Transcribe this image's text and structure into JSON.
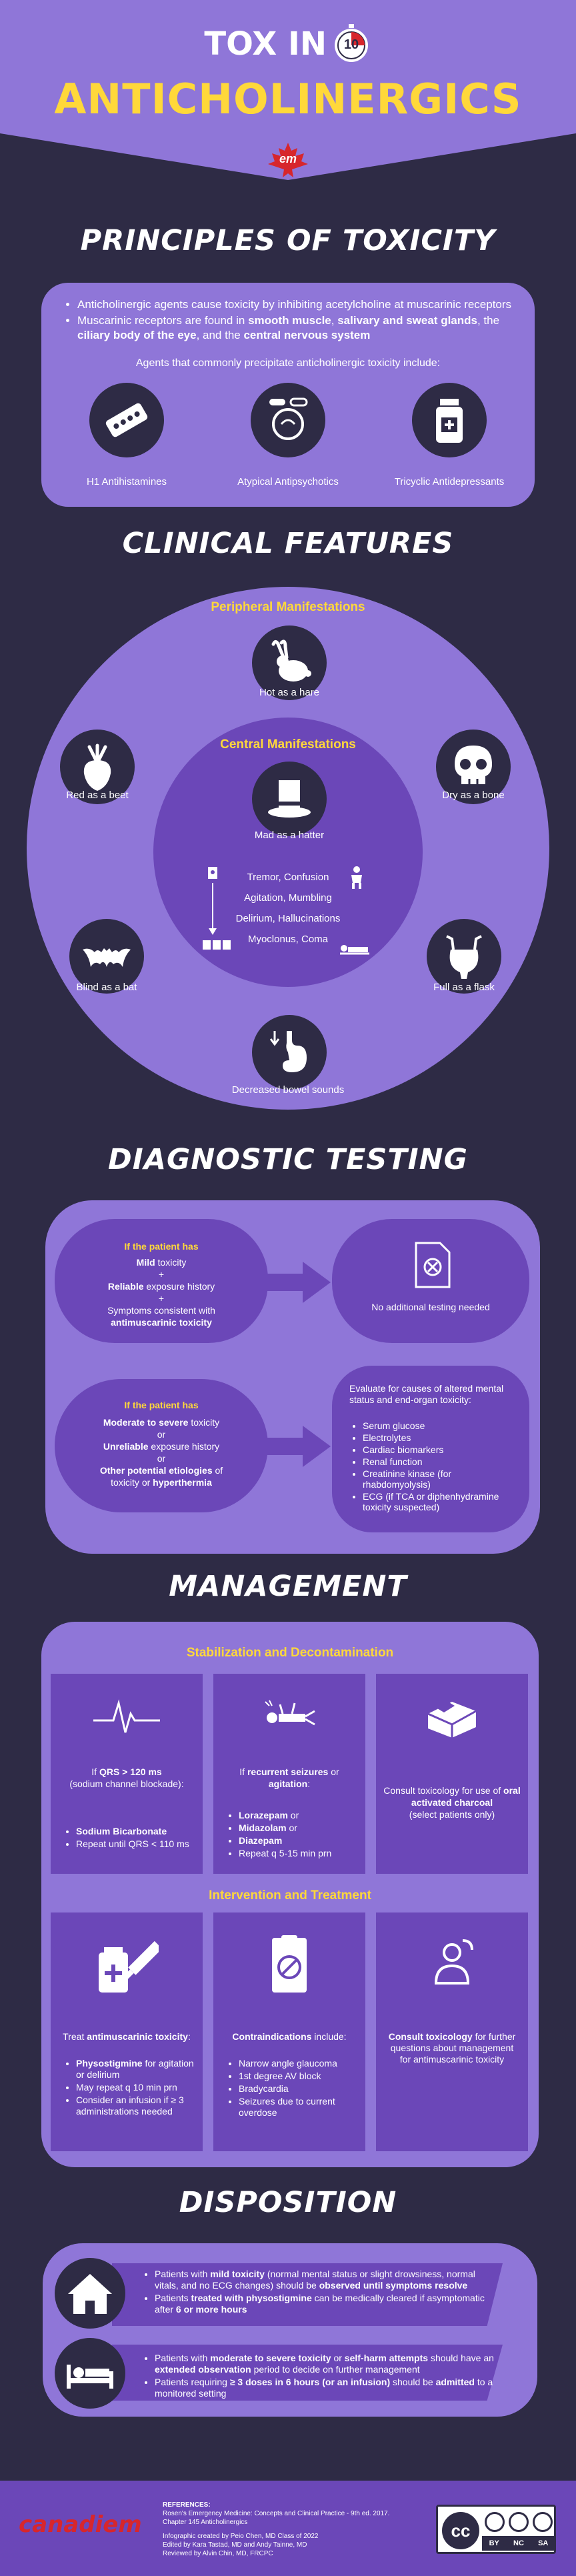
{
  "header": {
    "title_line1": "TOX IN",
    "timer_number": "10",
    "title_line2": "ANTICHOLINERGICS",
    "logo_text": "em"
  },
  "principles": {
    "title": "PRINCIPLES OF TOXICITY",
    "bullet1": "Anticholinergic agents cause toxicity by inhibiting acetylcholine at muscarinic receptors",
    "bullet2_a": "Muscarinic receptors are found in ",
    "bullet2_b": "smooth muscle",
    "bullet2_c": ", ",
    "bullet2_d": "salivary and sweat glands",
    "bullet2_e": ", the ",
    "bullet2_f": "ciliary body of the eye",
    "bullet2_g": ", and the ",
    "bullet2_h": "central nervous system",
    "agents_intro": "Agents that commonly precipitate anticholinergic toxicity include:",
    "agents": [
      {
        "label": "H1 Antihistamines"
      },
      {
        "label": "Atypical Antipsychotics"
      },
      {
        "label": "Tricyclic Antidepressants"
      }
    ]
  },
  "clinical": {
    "title": "CLINICAL FEATURES",
    "peripheral_title": "Peripheral Manifestations",
    "central_title": "Central Manifestations",
    "hare": "Hot as a hare",
    "beet": "Red as a beet",
    "bone": "Dry as a bone",
    "hatter": "Mad as a hatter",
    "bat": "Blind as a bat",
    "flask": "Full as a flask",
    "bowel": "Decreased bowel sounds",
    "central_list": [
      "Tremor, Confusion",
      "Agitation, Mumbling",
      "Delirium, Hallucinations",
      "Myoclonus, Coma"
    ]
  },
  "diagnostic": {
    "title": "DIAGNOSTIC TESTING",
    "if1_head": "If the patient has",
    "if1_mild": "Mild",
    "if1_mild_rest": " toxicity",
    "plus": "+",
    "if1_reliable": "Reliable",
    "if1_reliable_rest": " exposure history",
    "if1_consistent": "Symptoms consistent with",
    "if1_antimusc": "antimuscarinic toxicity",
    "result1": "No additional testing needed",
    "if2_head": "If the patient has",
    "if2_mod": "Moderate to severe",
    "if2_mod_rest": " toxicity",
    "or": "or",
    "if2_unrel": "Unreliable",
    "if2_unrel_rest": " exposure history",
    "if2_other": "Other potential etiologies",
    "if2_other_rest": " of",
    "if2_tox": "toxicity or ",
    "if2_hyper": "hyperthermia",
    "result2_intro": "Evaluate for causes of altered mental status and end-organ toxicity:",
    "result2_list": [
      "Serum glucose",
      "Electrolytes",
      "Cardiac biomarkers",
      "Renal function",
      "Creatinine kinase (for rhabdomyolysis)",
      "ECG (if TCA or diphenhydramine toxicity suspected)"
    ]
  },
  "management": {
    "title": "MANAGEMENT",
    "stab_title": "Stabilization and Decontamination",
    "qrs_a": "If ",
    "qrs_b": "QRS > 120 ms",
    "qrs_c": "(sodium channel blockade):",
    "qrs_list_b": "Sodium Bicarbonate",
    "qrs_list_2": "Repeat until QRS < 110 ms",
    "seiz_a": "If ",
    "seiz_b": "recurrent seizures",
    "seiz_c": " or ",
    "seiz_d": "agitation",
    "seiz_e": ":",
    "benzo": [
      {
        "name": "Lorazepam",
        "sep": " or"
      },
      {
        "name": "Midazolam",
        "sep": " or"
      },
      {
        "name": "Diazepam",
        "sep": ""
      }
    ],
    "benzo_repeat": "Repeat q 5-15 min prn",
    "charcoal_a": "Consult toxicology for use of ",
    "charcoal_b": "oral activated charcoal",
    "charcoal_c": "(select patients only)",
    "int_title": "Intervention and Treatment",
    "treat_a": "Treat ",
    "treat_b": "antimuscarinic toxicity",
    "treat_c": ":",
    "physo_b": "Physostigmine",
    "physo_rest": " for agitation or delirium",
    "physo_2": "May repeat q 10 min prn",
    "physo_3": "Consider an infusion if ≥ 3 administrations needed",
    "contra_b": "Contraindications",
    "contra_rest": " include:",
    "contra_list": [
      "Narrow angle glaucoma",
      "1st degree AV block",
      "Bradycardia",
      "Seizures due to current overdose"
    ],
    "consult_b": "Consult toxicology",
    "consult_rest": " for further questions about management for antimuscarinic toxicity"
  },
  "disposition": {
    "title": "DISPOSITION",
    "d1_a": "Patients with ",
    "d1_b": "mild toxicity",
    "d1_c": " (normal mental status or slight drowsiness, normal vitals, and no ECG changes) should be ",
    "d1_d": "observed until symptoms resolve",
    "d2_a": "Patients ",
    "d2_b": "treated with physostigmine",
    "d2_c": " can be medically cleared if asymptomatic after ",
    "d2_d": "6 or more hours",
    "d3_a": "Patients with ",
    "d3_b": "moderate to severe toxicity",
    "d3_c": " or ",
    "d3_d": "self-harm attempts",
    "d3_e": " should have an ",
    "d3_f": "extended observation",
    "d3_g": " period to decide on further management",
    "d4_a": "Patients requiring ",
    "d4_b": "≥ 3 doses in 6 hours (or an infusion)",
    "d4_c": " should be ",
    "d4_d": "admitted",
    "d4_e": " to a monitored setting"
  },
  "footer": {
    "brand": "canadiem",
    "references_label": "REFERENCES:",
    "ref1": "Rosen's Emergency Medicine: Concepts and Clinical Practice - 9th ed. 2017.",
    "ref2": "Chapter 145 Anticholinergics",
    "credit1": "Infographic created by Peio Chen, MD Class of 2022",
    "credit2": "Edited by Kara Tastad, MD and Andy Tainne, MD",
    "credit3": "Reviewed by Alvin Chin, MD, FRCPC",
    "cc": "cc",
    "cc_by": "BY",
    "cc_nc": "NC",
    "cc_sa": "SA"
  },
  "colors": {
    "background": "#2e2b45",
    "panel": "#8f76d8",
    "box": "#6b47b8",
    "accent": "#ffd83a",
    "brand_red": "#d7262c"
  }
}
